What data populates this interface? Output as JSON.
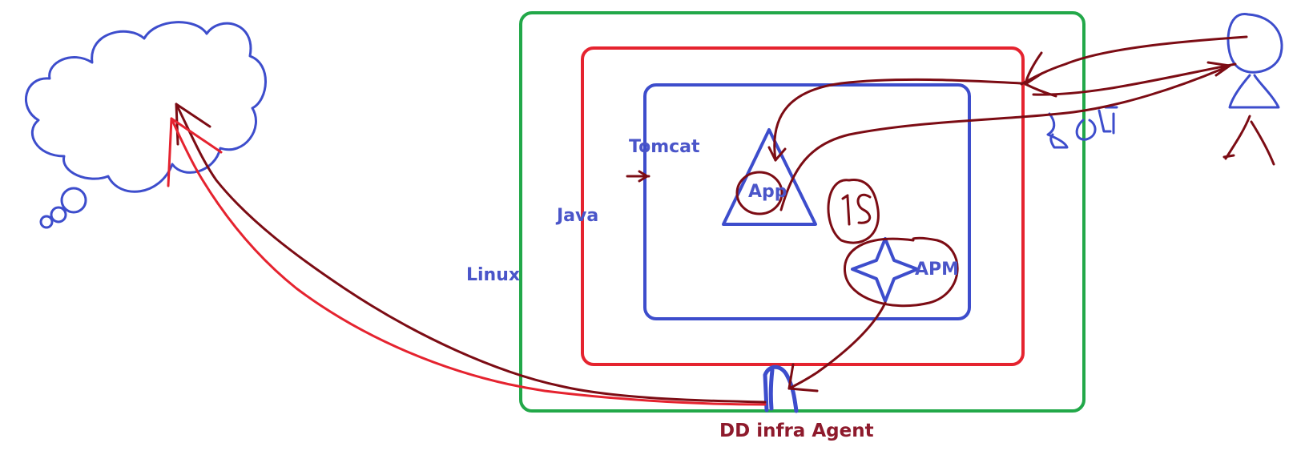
{
  "labels": {
    "tomcat": "Tomcat",
    "java": "Java",
    "linux": "Linux",
    "app": "App",
    "apm": "APM",
    "agent": "DD infra Agent",
    "js": "JS"
  },
  "colors": {
    "green_box": "#22a849",
    "red_box": "#e5232f",
    "blue_box": "#3d4dcc",
    "ink_blue": "#3d4dcc",
    "ink_dark_red": "#7c0c14",
    "ink_red": "#e5232f",
    "label_blue": "#4a55c9",
    "label_red": "#8e1a2c"
  },
  "icons": [
    "cloud-icon",
    "person-icon",
    "browser-icon",
    "agent-icon",
    "star-icon"
  ]
}
